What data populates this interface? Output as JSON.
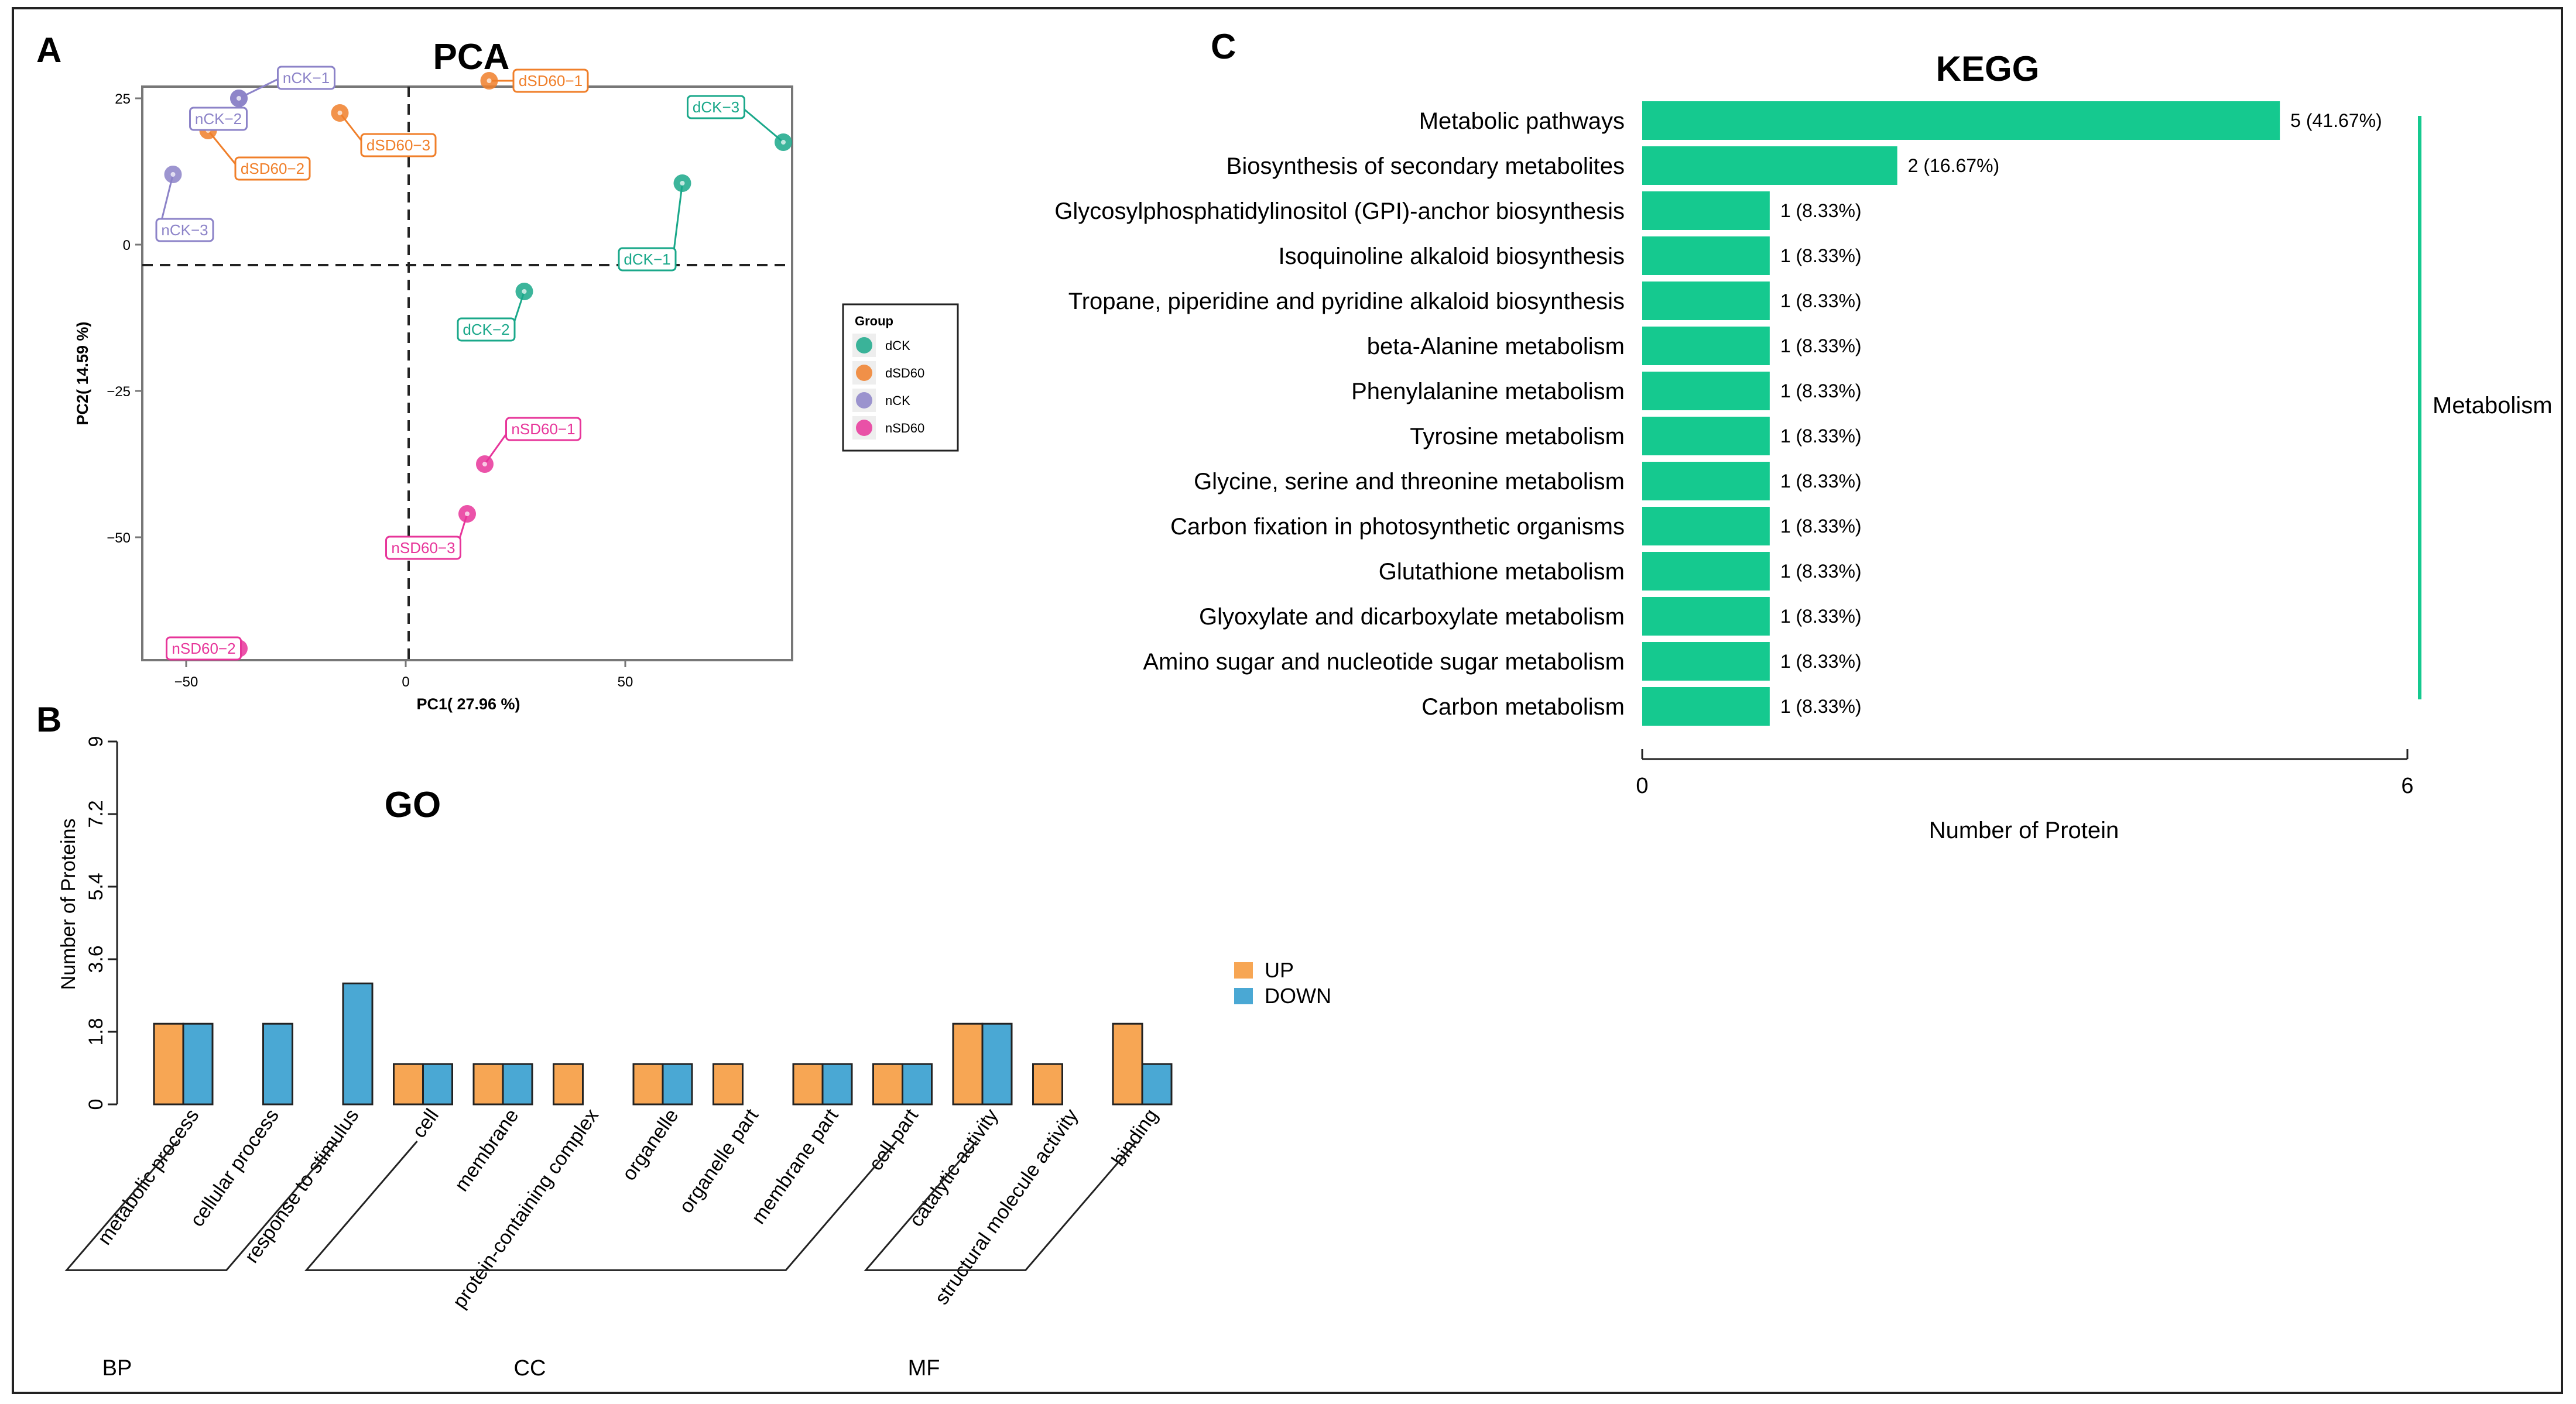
{
  "panels": {
    "a": {
      "letter": "A"
    },
    "b": {
      "letter": "B"
    },
    "c": {
      "letter": "C"
    }
  },
  "colors": {
    "dCK": "#1aa88a",
    "dSD60": "#f07f2a",
    "nCK": "#8c83c8",
    "nSD60": "#e7359a",
    "up": "#f7a654",
    "down": "#4aa8d4",
    "kegg": "#15c98f"
  },
  "chart_data": [
    {
      "type": "scatter",
      "title": "PCA",
      "xlabel": "PC1( 27.96 %)",
      "ylabel": "PC2( 14.59 %)",
      "xlim": [
        -60,
        88
      ],
      "ylim": [
        -71,
        27
      ],
      "xticks": [
        -50,
        0,
        50
      ],
      "yticks": [
        25,
        0,
        -25,
        -50
      ],
      "ytick_labels": [
        "25",
        "0",
        "−25",
        "−50"
      ],
      "xtick_labels": [
        "−50",
        "0",
        "50"
      ],
      "legend": {
        "title": "Group",
        "position": "right"
      },
      "series": [
        {
          "name": "dCK",
          "points": [
            {
              "label": "dCK−1",
              "x": 63,
              "y": 10.5
            },
            {
              "label": "dCK−2",
              "x": 27,
              "y": -8
            },
            {
              "label": "dCK−3",
              "x": 86,
              "y": 17.5
            }
          ]
        },
        {
          "name": "dSD60",
          "points": [
            {
              "label": "dSD60−1",
              "x": 19,
              "y": 28
            },
            {
              "label": "dSD60−2",
              "x": -45,
              "y": 19.5
            },
            {
              "label": "dSD60−3",
              "x": -15,
              "y": 22.5
            }
          ]
        },
        {
          "name": "nCK",
          "points": [
            {
              "label": "nCK−1",
              "x": -38,
              "y": 25
            },
            {
              "label": "nCK−2",
              "x": -38,
              "y": 25
            },
            {
              "label": "nCK−3",
              "x": -53,
              "y": 12
            }
          ]
        },
        {
          "name": "nSD60",
          "points": [
            {
              "label": "nSD60−1",
              "x": 18,
              "y": -37.5
            },
            {
              "label": "nSD60−2",
              "x": -38,
              "y": -69
            },
            {
              "label": "nSD60−3",
              "x": 14,
              "y": -46
            }
          ]
        }
      ]
    },
    {
      "type": "bar",
      "title": "GO",
      "ylabel": "Number of Proteins",
      "ylim": [
        0,
        9
      ],
      "yticks": [
        "0",
        "1.8",
        "3.6",
        "5.4",
        "7.2",
        "9"
      ],
      "categories": [
        "metabolic process",
        "cellular process",
        "response to stimulus",
        "cell",
        "membrane",
        "protein-containing complex",
        "organelle",
        "organelle part",
        "membrane part",
        "cell part",
        "catalytic activity",
        "structural molecule activity",
        "binding"
      ],
      "groups": [
        {
          "label": "BP",
          "from": 0,
          "to": 2
        },
        {
          "label": "CC",
          "from": 3,
          "to": 9
        },
        {
          "label": "MF",
          "from": 10,
          "to": 12
        }
      ],
      "legend": {
        "position": "right"
      },
      "series": [
        {
          "name": "UP",
          "values": [
            2,
            0,
            0,
            1,
            1,
            1,
            1,
            1,
            1,
            1,
            2,
            1,
            2
          ]
        },
        {
          "name": "DOWN",
          "values": [
            2,
            2,
            3,
            1,
            1,
            0,
            1,
            0,
            1,
            1,
            2,
            0,
            1
          ]
        }
      ]
    },
    {
      "type": "bar",
      "orientation": "horizontal",
      "title": "KEGG",
      "xlabel": "Number of Protein",
      "xlim": [
        0,
        6
      ],
      "xticks": [
        "0",
        "6"
      ],
      "categories": [
        "Metabolic pathways",
        "Biosynthesis of secondary metabolites",
        "Glycosylphosphatidylinositol (GPI)-anchor biosynthesis",
        "Isoquinoline alkaloid biosynthesis",
        "Tropane, piperidine and pyridine alkaloid biosynthesis",
        "beta-Alanine metabolism",
        "Phenylalanine metabolism",
        "Tyrosine metabolism",
        "Glycine, serine and threonine metabolism",
        "Carbon fixation in photosynthetic organisms",
        "Glutathione metabolism",
        "Glyoxylate and dicarboxylate metabolism",
        "Amino sugar and nucleotide sugar metabolism",
        "Carbon metabolism"
      ],
      "values": [
        5,
        2,
        1,
        1,
        1,
        1,
        1,
        1,
        1,
        1,
        1,
        1,
        1,
        1
      ],
      "data_labels": [
        "5 (41.67%)",
        "2 (16.67%)",
        "1 (8.33%)",
        "1 (8.33%)",
        "1 (8.33%)",
        "1 (8.33%)",
        "1 (8.33%)",
        "1 (8.33%)",
        "1 (8.33%)",
        "1 (8.33%)",
        "1 (8.33%)",
        "1 (8.33%)",
        "1 (8.33%)",
        "1 (8.33%)"
      ],
      "class_label": "Metabolism"
    }
  ]
}
